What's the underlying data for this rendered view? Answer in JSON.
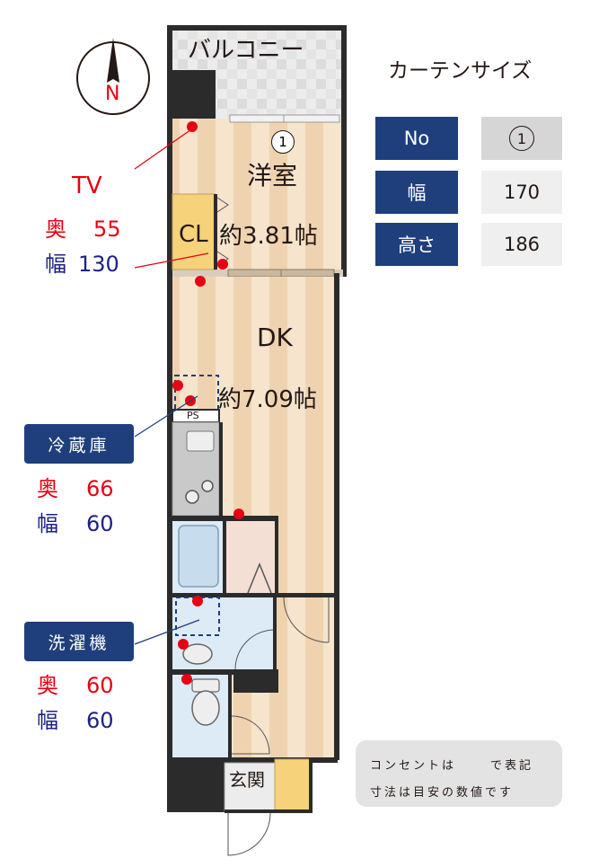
{
  "compass": {
    "label": "N"
  },
  "rooms": {
    "balcony": "バルコニー",
    "western_room": "洋室",
    "western_room_size": "約3.81帖",
    "closet": "CL",
    "dk": "DK",
    "dk_size": "約7.09帖",
    "ps": "PS",
    "entrance": "玄関"
  },
  "tv": {
    "label": "TV",
    "depth_label": "奥",
    "depth_value": "55",
    "width_label": "幅",
    "width_value": "130"
  },
  "fridge": {
    "label": "冷蔵庫",
    "depth_label": "奥",
    "depth_value": "66",
    "width_label": "幅",
    "width_value": "60"
  },
  "washer": {
    "label": "洗濯機",
    "depth_label": "奥",
    "depth_value": "60",
    "width_label": "幅",
    "width_value": "60"
  },
  "curtain": {
    "title": "カーテンサイズ",
    "rows": [
      {
        "head": "No",
        "value": "1"
      },
      {
        "head": "幅",
        "value": "170"
      },
      {
        "head": "高さ",
        "value": "186"
      }
    ]
  },
  "note": {
    "line1_a": "コンセントは",
    "line1_b": "で表記",
    "line2": "寸法は目安の数値です"
  },
  "colors": {
    "wall": "#2b2b2b",
    "floor_light": "#f6e4cc",
    "floor_stripe": "#efd3b0",
    "closet": "#f6d27a",
    "wet_area": "#dcebf6",
    "navy": "#1f3f7c",
    "red": "#e60012",
    "blue": "#1d2088",
    "outlet": "#e60012"
  }
}
